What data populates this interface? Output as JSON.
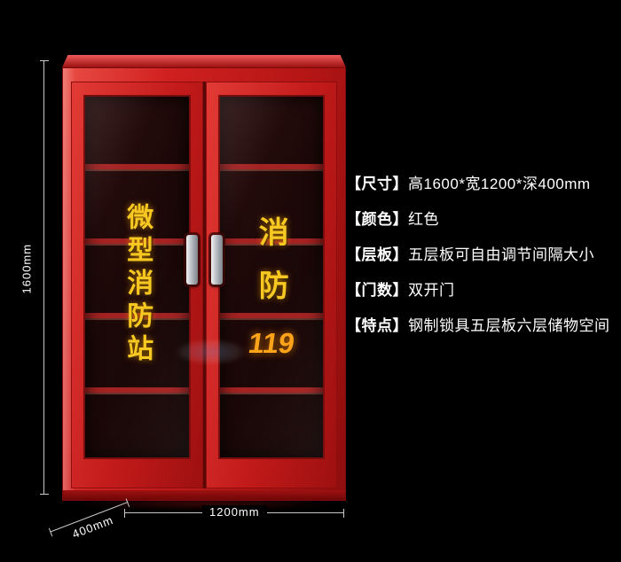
{
  "dimensions": {
    "height_label": "1600mm",
    "width_label": "1200mm",
    "depth_label": "400mm"
  },
  "cabinet": {
    "left_door_text": "微型消防站",
    "right_door_text": "消防",
    "right_door_number": "119"
  },
  "specs": {
    "items": [
      {
        "label": "【尺寸】",
        "value": "高1600*宽1200*深400mm"
      },
      {
        "label": "【颜色】",
        "value": "红色"
      },
      {
        "label": "【层板】",
        "value": "五层板可自由调节间隔大小"
      },
      {
        "label": "【门数】",
        "value": "双开门"
      },
      {
        "label": "【特点】",
        "value": "钢制锁具五层板六层储物空间"
      }
    ]
  },
  "colors": {
    "background": "#000000",
    "cabinet_red": "#d02020",
    "door_text_yellow": "#f8c822",
    "number_orange": "#ffa31a",
    "spec_text": "#ffffff",
    "dimension_line": "#c8c8c8"
  }
}
